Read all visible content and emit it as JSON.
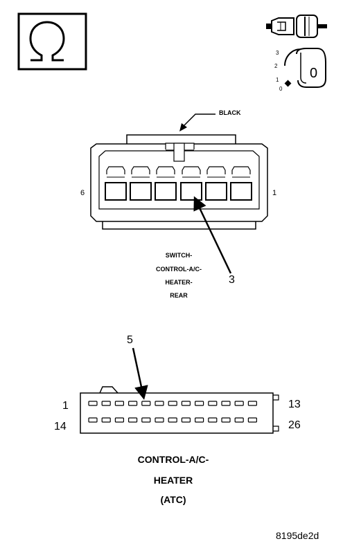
{
  "symbols": {
    "ohm_symbol": "ohm-meter-icon",
    "connector_icon": "disconnect-connector-icon",
    "ignition_icon": "ignition-key-off-icon",
    "ignition_positions": [
      "3",
      "2",
      "1",
      "0"
    ],
    "ignition_key_value": "0"
  },
  "upper_connector": {
    "color_label": "BLACK",
    "left_pin": "6",
    "right_pin": "1",
    "description_lines": [
      "SWITCH-",
      "CONTROL-A/C-",
      "HEATER-",
      "REAR"
    ],
    "callout_number": "3"
  },
  "lower_connector": {
    "callout_number": "5",
    "pin_top_left": "1",
    "pin_top_right": "13",
    "pin_bottom_left": "14",
    "pin_bottom_right": "26",
    "title_lines": [
      "CONTROL-A/C-",
      "HEATER",
      "(ATC)"
    ]
  },
  "figure_id": "8195de2d"
}
